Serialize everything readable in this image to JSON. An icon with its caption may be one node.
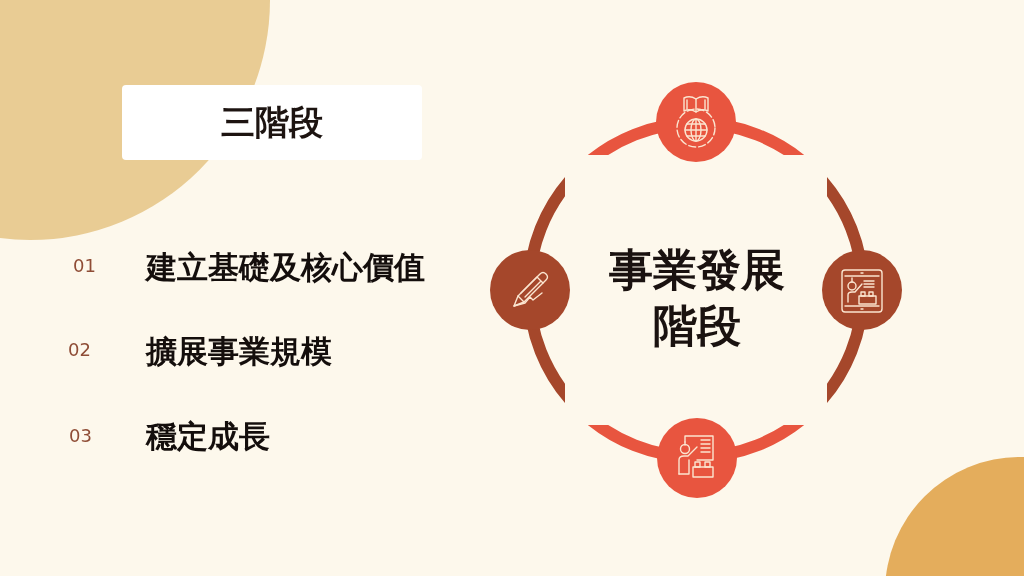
{
  "diagram": {
    "nodes": [
      {
        "text": [
          "三階段"
        ]
      }
    ],
    "labels": [
      "01",
      "建立基礎及核心價值",
      "02",
      "擴展事業規模",
      "03",
      "穩定成長",
      "事業發展階段"
    ]
  }
}
